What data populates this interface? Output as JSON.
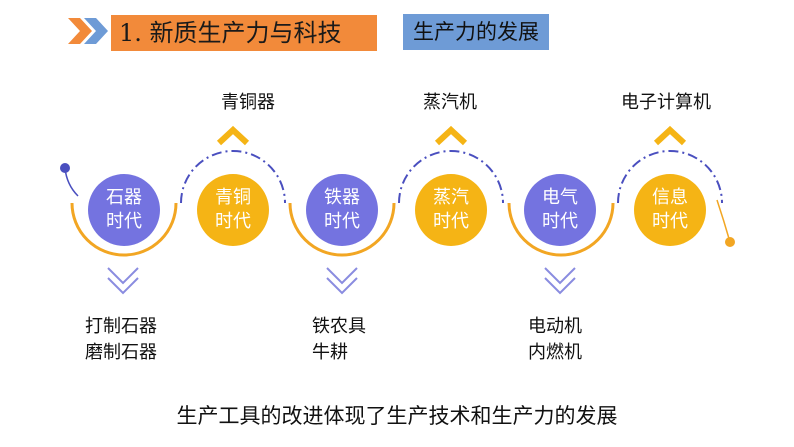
{
  "header": {
    "title": "1. 新质生产力与科技",
    "tag": "生产力的发展"
  },
  "eras": [
    {
      "line1": "石器",
      "line2": "时代",
      "color": "#7473e0"
    },
    {
      "line1": "青铜",
      "line2": "时代",
      "color": "#f5b415"
    },
    {
      "line1": "铁器",
      "line2": "时代",
      "color": "#7473e0"
    },
    {
      "line1": "蒸汽",
      "line2": "时代",
      "color": "#f5b415"
    },
    {
      "line1": "电气",
      "line2": "时代",
      "color": "#7473e0"
    },
    {
      "line1": "信息",
      "line2": "时代",
      "color": "#f5b415"
    }
  ],
  "top_labels": [
    "青铜器",
    "蒸汽机",
    "电子计算机"
  ],
  "bottom_labels": [
    {
      "line1": "打制石器",
      "line2": "磨制石器"
    },
    {
      "line1": "铁农具",
      "line2": "牛耕"
    },
    {
      "line1": "电动机",
      "line2": "内燃机"
    }
  ],
  "footer": "生产工具的改进体现了生产技术和生产力的发展",
  "colors": {
    "purple": "#7473e0",
    "gold": "#f5b415",
    "orange_header": "#f28a3a",
    "blue_tag": "#6e9bd6",
    "arc_orange": "#f2a623",
    "arc_blue": "#4a4fbf"
  }
}
